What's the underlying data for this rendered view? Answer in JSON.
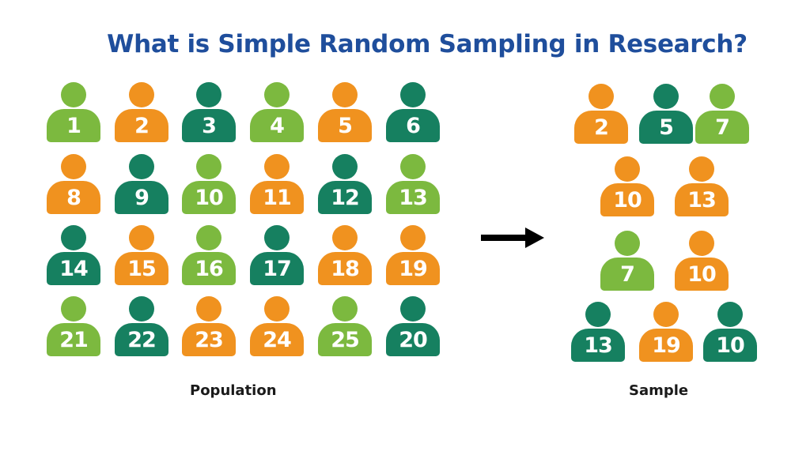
{
  "title": "What is Simple Random Sampling in Research?",
  "colors": {
    "title": "#1f4e9c",
    "light_green": "#7cb93f",
    "orange": "#f0921f",
    "dark_green": "#168060",
    "arrow": "#000000"
  },
  "population": {
    "label": "Population",
    "people": [
      {
        "number": "1",
        "color": "light_green"
      },
      {
        "number": "2",
        "color": "orange"
      },
      {
        "number": "3",
        "color": "dark_green"
      },
      {
        "number": "4",
        "color": "light_green"
      },
      {
        "number": "5",
        "color": "orange"
      },
      {
        "number": "6",
        "color": "dark_green"
      },
      {
        "number": "8",
        "color": "orange"
      },
      {
        "number": "9",
        "color": "dark_green"
      },
      {
        "number": "10",
        "color": "light_green"
      },
      {
        "number": "11",
        "color": "orange"
      },
      {
        "number": "12",
        "color": "dark_green"
      },
      {
        "number": "13",
        "color": "light_green"
      },
      {
        "number": "14",
        "color": "dark_green"
      },
      {
        "number": "15",
        "color": "orange"
      },
      {
        "number": "16",
        "color": "light_green"
      },
      {
        "number": "17",
        "color": "dark_green"
      },
      {
        "number": "18",
        "color": "orange"
      },
      {
        "number": "19",
        "color": "orange"
      },
      {
        "number": "21",
        "color": "light_green"
      },
      {
        "number": "22",
        "color": "dark_green"
      },
      {
        "number": "23",
        "color": "orange"
      },
      {
        "number": "24",
        "color": "orange"
      },
      {
        "number": "25",
        "color": "light_green"
      },
      {
        "number": "20",
        "color": "dark_green"
      }
    ]
  },
  "sample": {
    "label": "Sample",
    "people": [
      {
        "number": "2",
        "color": "orange"
      },
      {
        "number": "5",
        "color": "dark_green"
      },
      {
        "number": "7",
        "color": "light_green"
      },
      {
        "number": "10",
        "color": "orange"
      },
      {
        "number": "13",
        "color": "orange"
      },
      {
        "number": "7",
        "color": "light_green"
      },
      {
        "number": "10",
        "color": "orange"
      },
      {
        "number": "13",
        "color": "dark_green"
      },
      {
        "number": "19",
        "color": "orange"
      },
      {
        "number": "10",
        "color": "dark_green"
      }
    ]
  }
}
